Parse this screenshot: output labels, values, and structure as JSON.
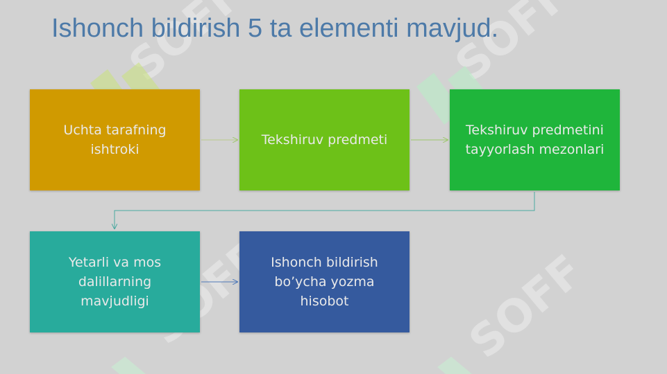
{
  "title": "Ishonch bildirish 5 ta elementi mavjud.",
  "steps": [
    {
      "label": "Uchta tarafning ishtroki",
      "color": "#d09a00"
    },
    {
      "label": "Tekshiruv predmeti",
      "color": "#6dc118"
    },
    {
      "label": "Tekshiruv predmetini tayyorlash mezonlari",
      "color": "#1fb53b"
    },
    {
      "label": "Yetarli va mos dalillarning mavjudligi",
      "color": "#28ab9c"
    },
    {
      "label": "Ishonch bildirish bo’ycha yozma hisobot",
      "color": "#355a9e"
    }
  ],
  "watermark": "SOFF",
  "title_color": "#4d7aa8",
  "background_color": "#d2d2d2"
}
